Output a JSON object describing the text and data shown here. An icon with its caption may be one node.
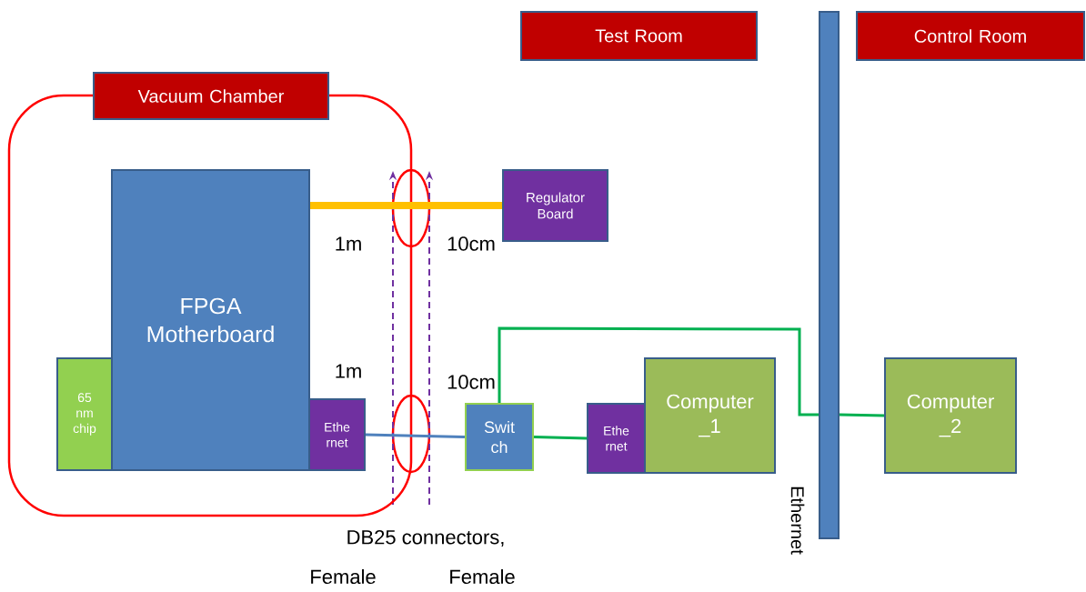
{
  "diagram": {
    "nodes": [
      {
        "text": [
          "Test Room"
        ]
      },
      {
        "text": [
          "Control Room"
        ]
      },
      {
        "text": [
          "Vacuum Chamber"
        ]
      },
      {
        "text": [],
        "shape": "box"
      },
      {
        "text": [
          "FPGA Motherboard"
        ],
        "in": 3
      },
      {
        "text": [
          "65 nm chip"
        ],
        "in": 3
      },
      {
        "text": [
          "Ethe rnet"
        ],
        "in": 3
      },
      {
        "text": [
          "Regulator Board"
        ]
      },
      {
        "text": [
          "Swit ch"
        ]
      },
      {
        "text": [
          "Ethe rnet"
        ]
      },
      {
        "text": [
          "Computer _1"
        ]
      },
      {
        "text": [],
        "shape": "bar",
        "beside": [
          "Ethernet"
        ]
      },
      {
        "text": [
          "Computer _2"
        ]
      }
    ],
    "edges": [
      {
        "from": 4,
        "to": 7,
        "arrow": "none",
        "style": "thick",
        "color": "#ffc000"
      },
      {
        "from": 6,
        "to": 8,
        "arrow": "none",
        "color": "#4f81bd"
      },
      {
        "from": 8,
        "to": 9,
        "arrow": "none",
        "color": "#00b050"
      },
      {
        "from": 8,
        "to": 11,
        "arrow": "none",
        "color": "#00b050"
      },
      {
        "from": 11,
        "to": 12,
        "arrow": "none",
        "color": "#00b050"
      }
    ],
    "labels": [
      "1m",
      "10cm",
      "1m",
      "10cm",
      "DB25 connectors,",
      "Female",
      "Female"
    ]
  }
}
